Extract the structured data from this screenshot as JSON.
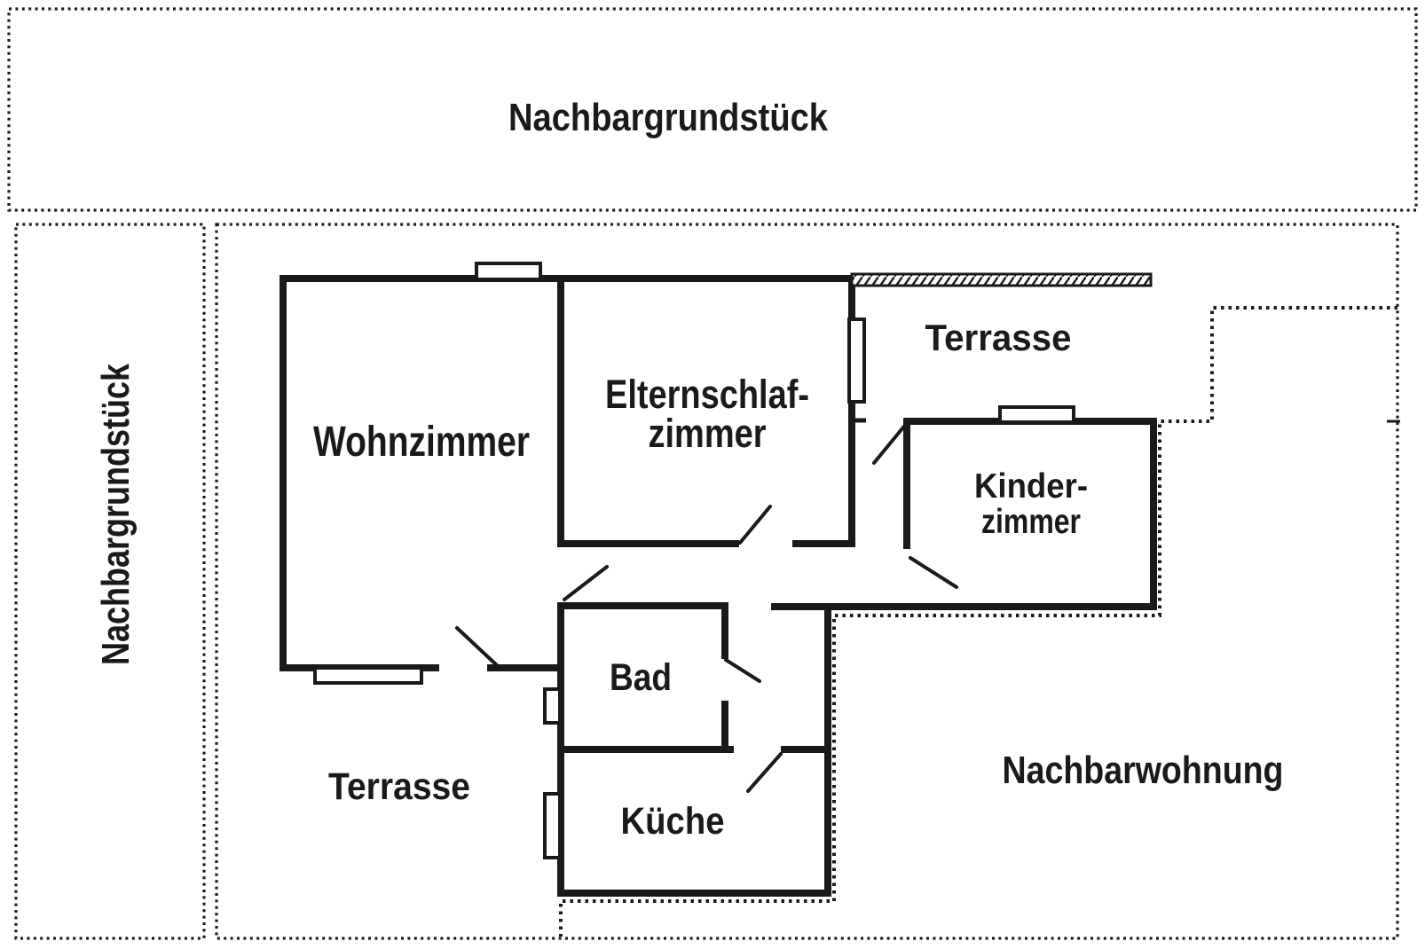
{
  "plan": {
    "surroundings": {
      "top_property_label": "Nachbargrundstück",
      "left_property_label": "Nachbargrundstück",
      "neighbor_apartment_label": "Nachbarwohnung",
      "terrace_top_label": "Terrasse",
      "terrace_bottom_label": "Terrasse"
    },
    "rooms": {
      "living_room": "Wohnzimmer",
      "parents_bedroom_line1": "Elternschlaf-",
      "parents_bedroom_line2": "zimmer",
      "kids_room_line1": "Kinder-",
      "kids_room_line2": "zimmer",
      "bathroom": "Bad",
      "kitchen": "Küche"
    },
    "colors": {
      "ink": "#1a1a1a",
      "background": "#ffffff"
    }
  }
}
